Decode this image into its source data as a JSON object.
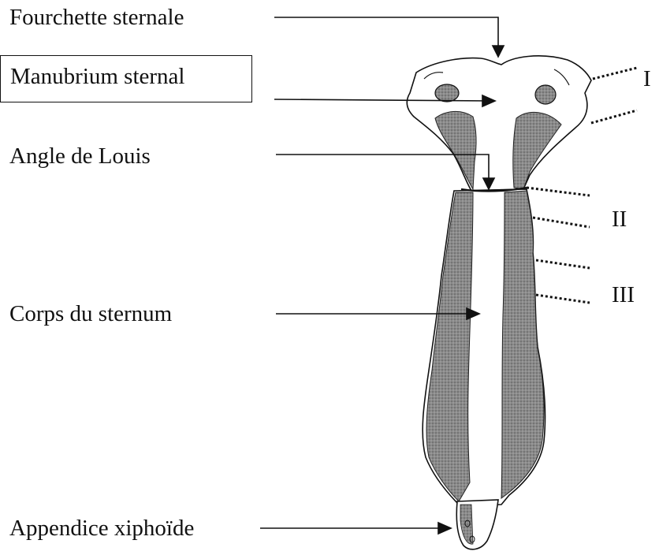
{
  "labels": {
    "fourchette": "Fourchette sternale",
    "manubrium": "Manubrium sternal",
    "angle": "Angle de Louis",
    "corps": "Corps du sternum",
    "appendice": "Appendice xiphoïde"
  },
  "ribs": {
    "first": "I",
    "second": "II",
    "third": "III"
  },
  "colors": {
    "ink": "#111111",
    "shade": "#7a7a7a",
    "paper": "#ffffff"
  }
}
